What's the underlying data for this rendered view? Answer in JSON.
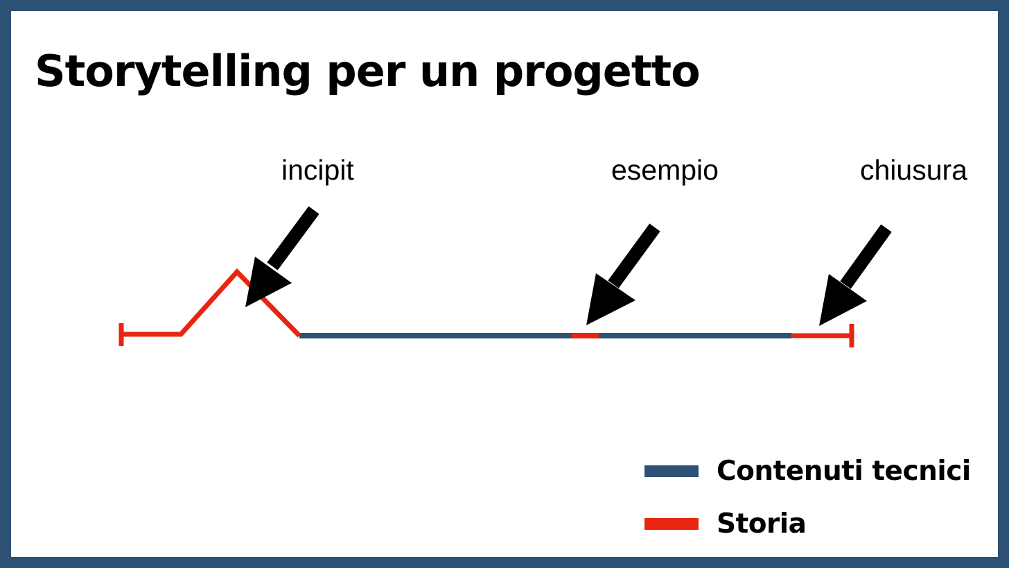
{
  "title": "Storytelling per un progetto",
  "labels": {
    "incipit": "incipit",
    "esempio": "esempio",
    "chiusura": "chiusura"
  },
  "legend": [
    {
      "label": "Contenuti tecnici",
      "color": "#2d5174"
    },
    {
      "label": "Storia",
      "color": "#e8250f"
    }
  ],
  "colors": {
    "frame": "#2d5174",
    "technical": "#2d5174",
    "story": "#e8250f",
    "arrow": "#000000"
  }
}
